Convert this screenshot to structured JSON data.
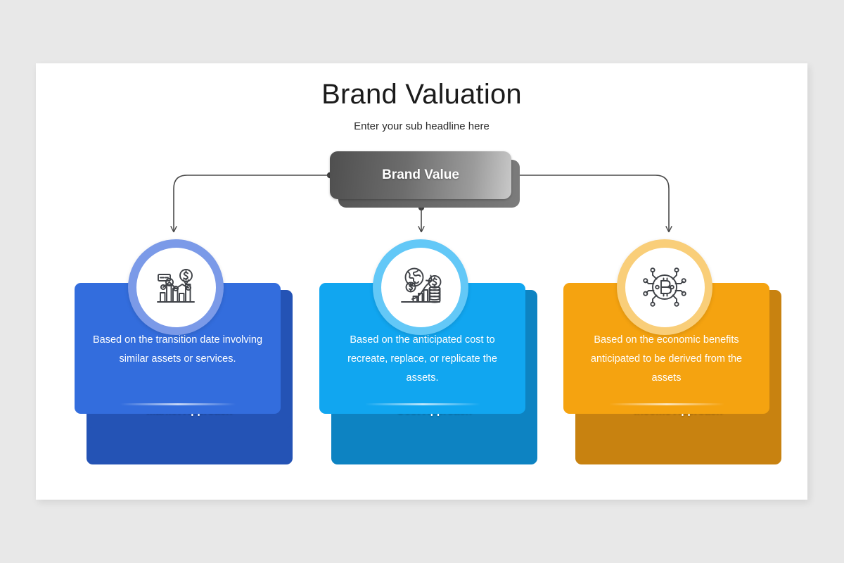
{
  "slide": {
    "title": "Brand Valuation",
    "subtitle": "Enter your sub headline here",
    "background_color": "#e8e8e8",
    "canvas_color": "#ffffff"
  },
  "center_node": {
    "label": "Brand Value",
    "gradient_from": "#4f4f4f",
    "gradient_to": "#c9c9c9",
    "shadow_color": "#6a6a6a"
  },
  "connector": {
    "line_color": "#4a4a4a",
    "style": "elbow-with-arrowhead"
  },
  "cards": [
    {
      "label": "Market Approach",
      "text": "Based on the transition date involving similar assets or services.",
      "icon": "analytics-chart-icon",
      "color": "#336ddd",
      "shadow_color": "#2453b5",
      "label_color": "#2453b5",
      "ring_color": "#7b9ae8"
    },
    {
      "label": "Cost Approach",
      "text": "Based on the anticipated cost to recreate, replace, or replicate the assets.",
      "icon": "global-growth-icon",
      "color": "#11a6f0",
      "shadow_color": "#0d83c2",
      "label_color": "#0d83c2",
      "ring_color": "#63c8f7"
    },
    {
      "label": "Income Approach",
      "text": "Based on the economic benefits anticipated to be derived from the assets",
      "icon": "bitcoin-network-icon",
      "color": "#f5a310",
      "shadow_color": "#c88210",
      "label_color": "#c88210",
      "ring_color": "#f9ce79"
    }
  ]
}
